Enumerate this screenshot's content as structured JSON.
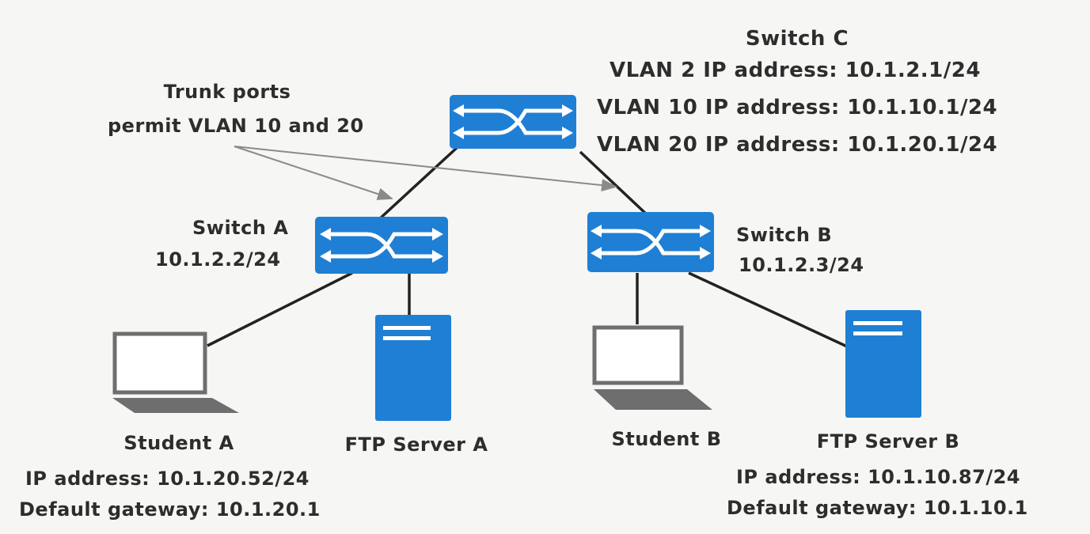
{
  "switch_c": {
    "name": "Switch  C",
    "vlan2": "VLAN 2 IP address: 10.1.2.1/24",
    "vlan10": "VLAN 10 IP address: 10.1.10.1/24",
    "vlan20": "VLAN 20 IP address: 10.1.20.1/24"
  },
  "trunk_note": {
    "line1": "Trunk ports",
    "line2": "permit VLAN 10 and 20"
  },
  "switch_a": {
    "name": "Switch A",
    "ip": "10.1.2.2/24"
  },
  "switch_b": {
    "name": "Switch B",
    "ip": "10.1.2.3/24"
  },
  "student_a": {
    "name": "Student A",
    "ip": "IP address: 10.1.20.52/24",
    "gateway": "Default gateway: 10.1.20.1"
  },
  "ftp_a": {
    "name": "FTP Server A"
  },
  "student_b": {
    "name": "Student B"
  },
  "ftp_b": {
    "name": "FTP Server B",
    "ip": "IP address: 10.1.10.87/24",
    "gateway": "Default gateway: 10.1.10.1"
  },
  "colors": {
    "device_blue": "#1f7fd4",
    "link": "#222222",
    "laptop": "#6e6e6e",
    "annotation_arrow": "#8a8a8a"
  },
  "icons": {
    "switch": "switch-icon",
    "server": "server-icon",
    "laptop": "laptop-icon"
  }
}
